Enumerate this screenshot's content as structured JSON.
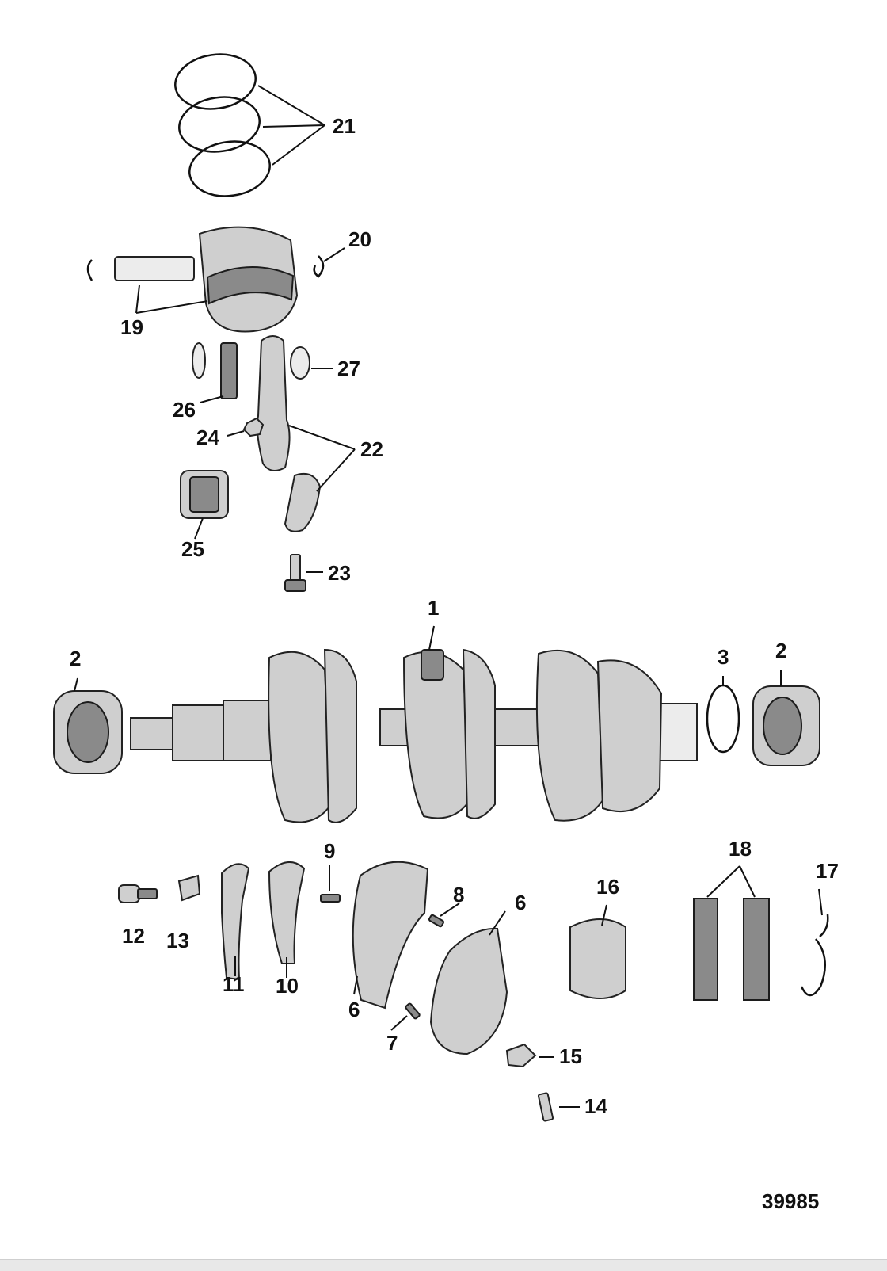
{
  "figure_number": "39985",
  "callouts": {
    "c1": "1",
    "c2a": "2",
    "c2b": "2",
    "c3": "3",
    "c6a": "6",
    "c6b": "6",
    "c7": "7",
    "c8": "8",
    "c9": "9",
    "c10": "10",
    "c11": "11",
    "c12": "12",
    "c13": "13",
    "c14": "14",
    "c15": "15",
    "c16": "16",
    "c17": "17",
    "c18": "18",
    "c19": "19",
    "c20": "20",
    "c21": "21",
    "c22": "22",
    "c23": "23",
    "c24": "24",
    "c25": "25",
    "c26": "26",
    "c27": "27"
  },
  "colors": {
    "ink": "#111111",
    "part_fill": "#cfcfcf",
    "part_dark": "#8a8a8a"
  }
}
